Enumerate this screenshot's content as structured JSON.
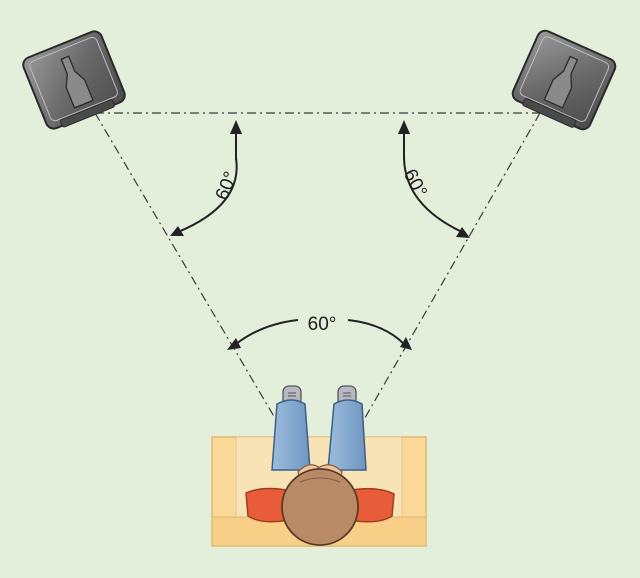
{
  "diagram": {
    "angle_labels": {
      "left": "60°",
      "right": "60°",
      "bottom": "60°"
    },
    "colors": {
      "background": "#e3eedb",
      "speaker_body": "#6f6f6f",
      "sofa": "#fad897",
      "cushion": "#f7e3b6",
      "arm_sleeves": "#e85c3a",
      "legs": "#86aacf",
      "hair": "#b98a66",
      "guide_lines": "#3a3a3a"
    },
    "icons": [
      "left-speaker-icon",
      "right-speaker-icon",
      "listener-icon"
    ]
  }
}
